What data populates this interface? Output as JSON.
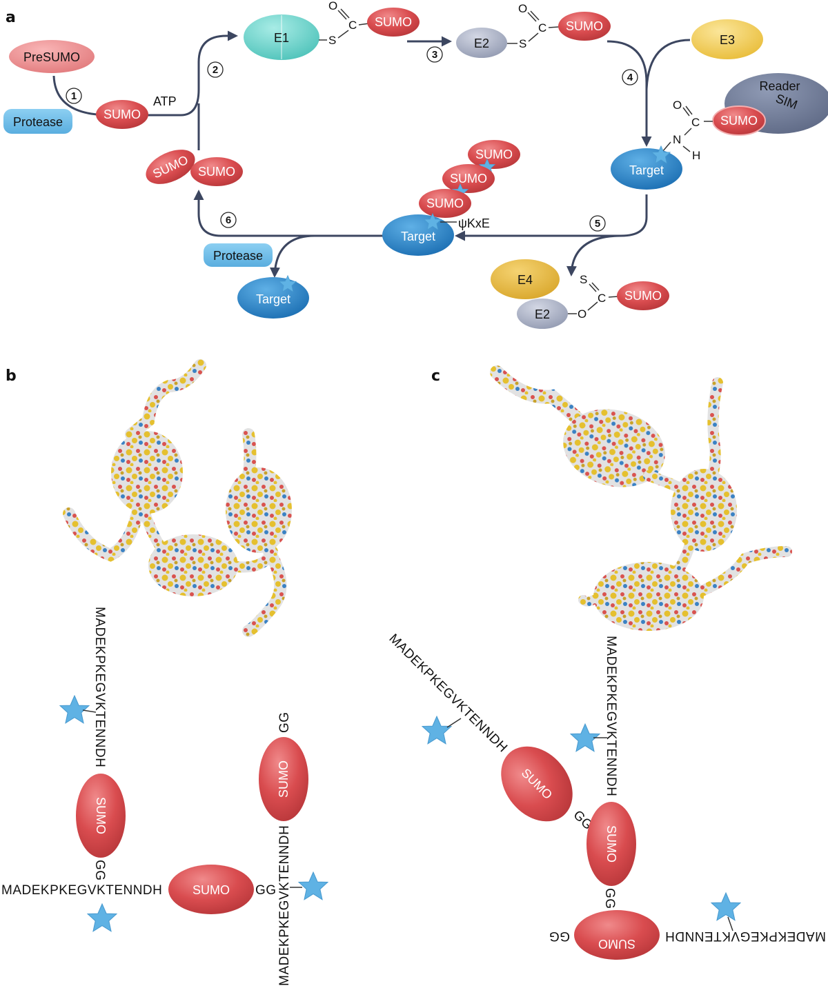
{
  "panels": {
    "a": "a",
    "b": "b",
    "c": "c"
  },
  "labels": {
    "presumo": "PreSUMO",
    "protease": "Protease",
    "sumo": "SUMO",
    "atp": "ATP",
    "e1": "E1",
    "e2": "E2",
    "e3": "E3",
    "e4": "E4",
    "reader": "Reader",
    "sim": "SIM",
    "target": "Target",
    "motif": "ψKxE",
    "gg": "GG"
  },
  "atoms": {
    "S": "S",
    "C": "C",
    "O": "O",
    "N": "N",
    "H": "H"
  },
  "steps": [
    "1",
    "2",
    "3",
    "4",
    "5",
    "6"
  ],
  "sequences": {
    "n_terminal": "MADEKPKEGVKTENNDH"
  },
  "colors": {
    "sumo": "#d84a4d",
    "presumo": "#ec8a8c",
    "protease": "#6dbde8",
    "e1": "#6fd3cb",
    "e2": "#a9b0c4",
    "e3": "#f1cc55",
    "e4": "#e3b53d",
    "reader": "#6d7995",
    "target": "#2a86c9",
    "star": "#5fb2e4",
    "arrow": "#3c4660"
  }
}
